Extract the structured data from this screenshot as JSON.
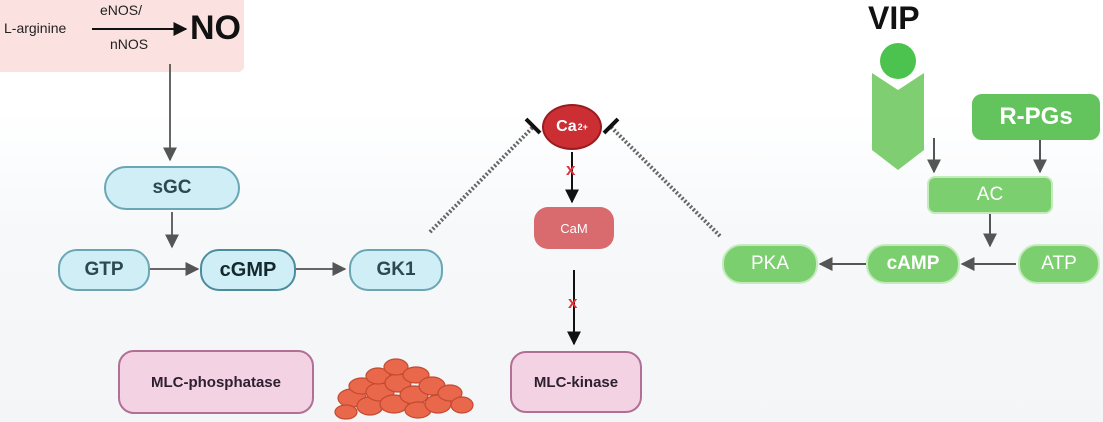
{
  "nos": {
    "substrate": "L-arginine",
    "enzyme_top": "eNOS/",
    "enzyme_bottom": "nNOS",
    "product": "NO"
  },
  "nodes": {
    "sgc": "sGC",
    "gtp": "GTP",
    "cgmp": "cGMP",
    "gk1": "GK1",
    "ca_main": "Ca",
    "ca_sup": "2+",
    "cam": "CaM",
    "mlc_phosphatase": "MLC-phosphatase",
    "mlc_kinase": "MLC-kinase",
    "vip": "VIP",
    "r_pgs": "R-PGs",
    "ac": "AC",
    "pka": "PKA",
    "camp": "cAMP",
    "atp": "ATP"
  },
  "inhibit_marks": {
    "ca_to_cam": "x",
    "cam_to_kinase": "x"
  },
  "colors": {
    "blue_fill": "#cfeef6",
    "green_fill": "#7ccf6e",
    "pink_fill": "#f3d2e4",
    "calcium": "#cc2f33",
    "muscle": "#e9674a"
  },
  "icons": {
    "muscle_cluster": "smooth-muscle-cells-icon",
    "vip_receptor": "receptor-icon"
  }
}
